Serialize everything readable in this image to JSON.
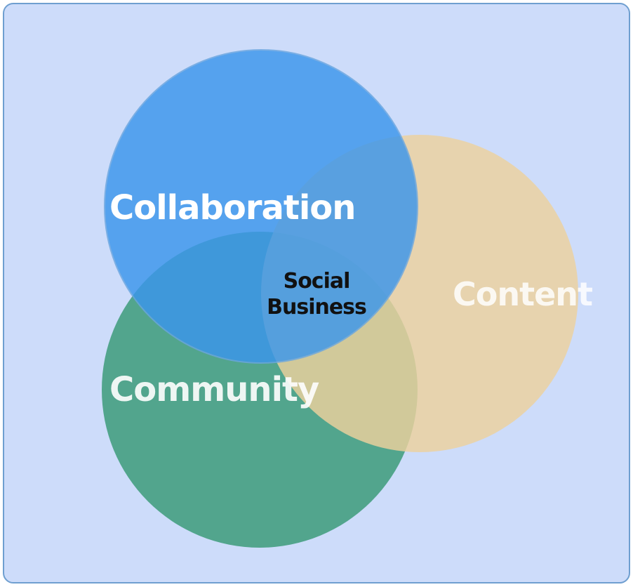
{
  "diagram": {
    "background_color": "#cddcfa",
    "border_color": "#6f9fd0",
    "circles": [
      {
        "id": "collaboration",
        "label": "Collaboration",
        "color": "#3b96ec",
        "label_color": "#ffffff"
      },
      {
        "id": "content",
        "label": "Content",
        "color": "#edd19e",
        "label_color": "#ffffff"
      },
      {
        "id": "community",
        "label": "Community",
        "color": "#2f966e",
        "label_color": "#ffffff"
      }
    ],
    "center": {
      "lines": [
        "Social",
        "Business"
      ],
      "color": "#111111"
    }
  }
}
